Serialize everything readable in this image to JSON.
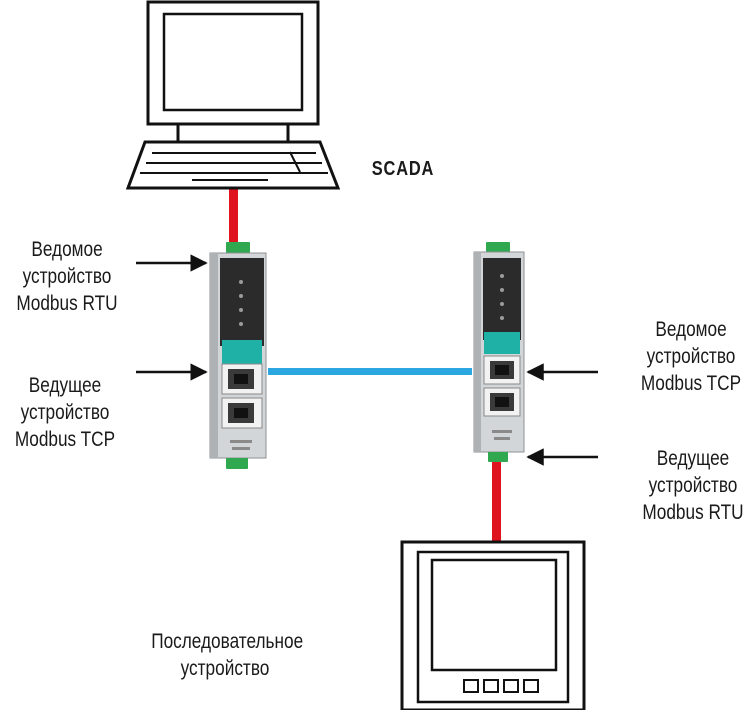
{
  "labels": {
    "scada": "SCADA",
    "left_top": [
      "Ведомое",
      "устройство",
      "Modbus RTU"
    ],
    "left_bottom": [
      "Ведущее",
      "устройство",
      "Modbus TCP"
    ],
    "right_top": [
      "Ведомое",
      "устройство",
      "Modbus TCP"
    ],
    "right_bottom": [
      "Ведущее",
      "устройство",
      "Modbus RTU"
    ],
    "serial_device": [
      "Последовательное",
      "устройство"
    ]
  },
  "colors": {
    "serial_link": "#e0141e",
    "ethernet_link": "#2aa6e0",
    "module_accent": "#1fb0a6",
    "terminal_green": "#2fa84f",
    "module_body": "#c9ccce",
    "module_dark": "#2b2b2b"
  },
  "icons": {
    "computer": "computer-icon",
    "keyboard": "keyboard-icon",
    "gateway": "gateway-module-icon",
    "panel": "serial-panel-device-icon",
    "arrow": "arrow-right-icon"
  }
}
